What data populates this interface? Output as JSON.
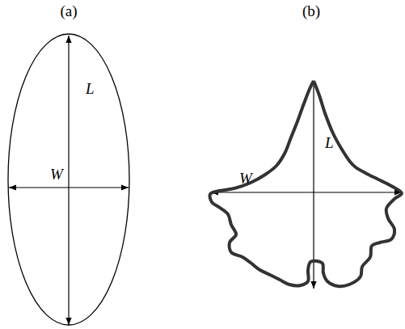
{
  "diagram": {
    "nodes": [
      {
        "text": [
          "L",
          "W"
        ]
      },
      {
        "text": [
          "L",
          "W"
        ]
      }
    ],
    "labels": [
      "(a)",
      "(b)"
    ]
  }
}
